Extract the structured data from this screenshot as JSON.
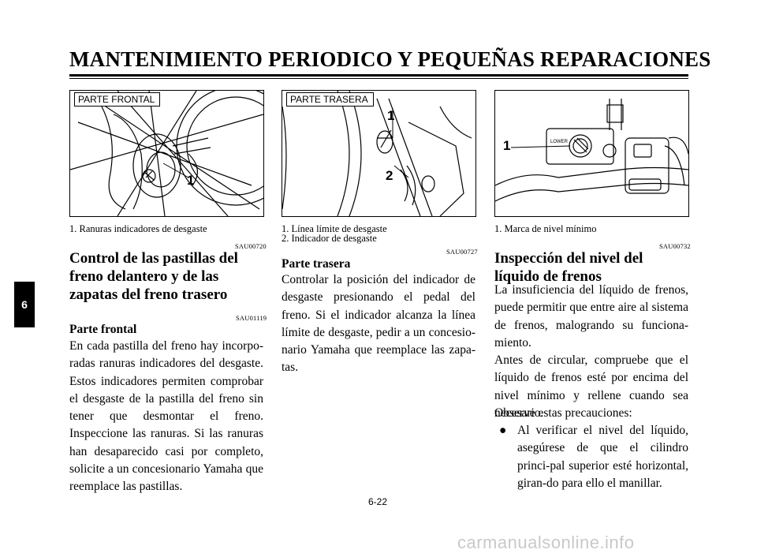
{
  "header": {
    "title": "MANTENIMIENTO PERIODICO Y PEQUEÑAS REPARACIONES"
  },
  "section_tab": "6",
  "figures": [
    {
      "label": "PARTE FRONTAL",
      "callouts": [
        "1"
      ],
      "captions": [
        "1.   Ranuras indicadores de desgaste"
      ]
    },
    {
      "label": "PARTE TRASERA",
      "callouts": [
        "1",
        "2"
      ],
      "captions": [
        "1.   Línea límite de desgaste",
        "2.   Indicador de desgaste"
      ]
    },
    {
      "label": "",
      "callouts": [
        "1"
      ],
      "captions": [
        "1.   Marca de nivel mínimo"
      ]
    }
  ],
  "col1": {
    "code1": "SAU00720",
    "heading": "Control de las pastillas del freno delantero y de las zapatas del freno trasero",
    "code2": "SAU01119",
    "subheading": "Parte frontal",
    "text": "En cada pastilla del freno hay incorpo-radas ranuras indicadores del desgaste. Estos indicadores permiten comprobar el desgaste de la pastilla del freno sin tener que desmontar el freno. Inspeccione las ranuras. Si las ranuras han desaparecido casi por completo, solicite a un concesionario Yamaha que reemplace las pastillas."
  },
  "col2": {
    "code": "SAU00727",
    "subheading": "Parte trasera",
    "text": "Controlar la posición del indicador de desgaste presionando el pedal del freno. Si el indicador alcanza la línea límite de desgaste, pedir a un concesio-nario Yamaha que reemplace las zapa-tas."
  },
  "col3": {
    "code": "SAU00732",
    "heading": "Inspección del nivel del líquido de frenos",
    "text1": "La insuficiencia del líquido de frenos, puede permitir que entre aire al sistema de frenos, malogrando su funciona-miento.",
    "text2": "Antes de circular, compruebe que el líquido de frenos esté por encima del nivel mínimo y rellene cuando sea necesario.",
    "text3": "Observe estas precauciones:",
    "bullet_symbol": "●",
    "bullet1": "Al verificar el nivel del líquido, asegúrese de que el cilindro princi-pal superior esté horizontal, giran-do para ello el manillar."
  },
  "footer": {
    "page_number": "6-22",
    "watermark": "carmanualsonline.info"
  }
}
